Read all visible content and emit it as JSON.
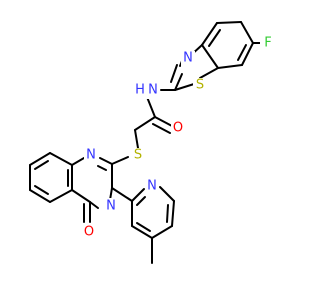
{
  "colors": {
    "background": "#ffffff",
    "bond": "#000000",
    "N": "#3333ff",
    "S": "#b3b300",
    "O": "#ff0000",
    "F": "#33cc33"
  },
  "atoms": [
    {
      "label": "F",
      "element": "F"
    },
    {
      "label": "N",
      "element": "N"
    },
    {
      "label": "S",
      "element": "S"
    },
    {
      "label": "N",
      "element": "N"
    },
    {
      "label": "H",
      "element": "N"
    },
    {
      "label": "O",
      "element": "O"
    },
    {
      "label": "S",
      "element": "S"
    },
    {
      "label": "N",
      "element": "N"
    },
    {
      "label": "N",
      "element": "N"
    },
    {
      "label": "O",
      "element": "O"
    },
    {
      "label": "N",
      "element": "N"
    }
  ]
}
